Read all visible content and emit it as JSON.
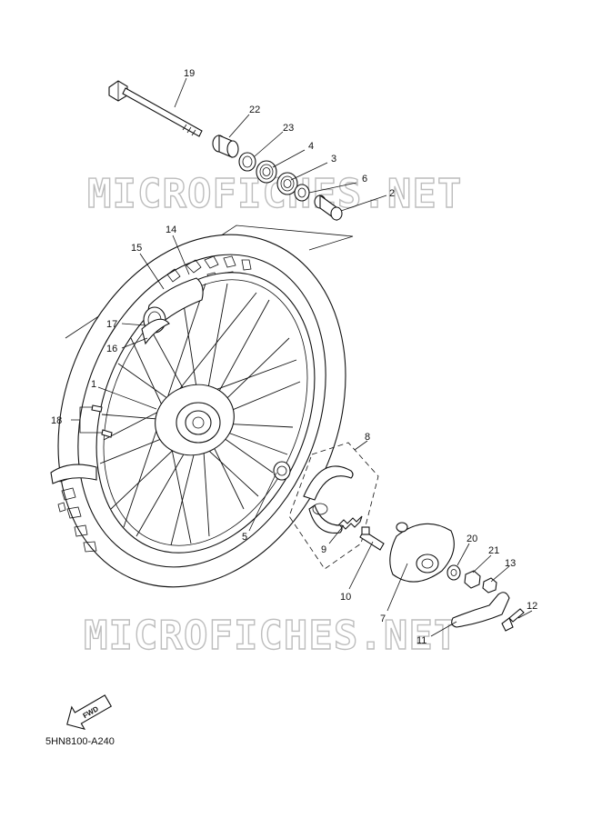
{
  "diagram": {
    "code": "5HN8100-A240",
    "fwd_label": "FWD",
    "watermark": "MICROFICHES.NET",
    "callouts": [
      {
        "id": "19",
        "label": "19"
      },
      {
        "id": "22",
        "label": "22"
      },
      {
        "id": "23",
        "label": "23"
      },
      {
        "id": "4",
        "label": "4"
      },
      {
        "id": "3",
        "label": "3"
      },
      {
        "id": "6",
        "label": "6"
      },
      {
        "id": "2",
        "label": "2"
      },
      {
        "id": "14",
        "label": "14"
      },
      {
        "id": "15",
        "label": "15"
      },
      {
        "id": "17",
        "label": "17"
      },
      {
        "id": "16",
        "label": "16"
      },
      {
        "id": "1",
        "label": "1"
      },
      {
        "id": "18",
        "label": "18"
      },
      {
        "id": "8",
        "label": "8"
      },
      {
        "id": "5",
        "label": "5"
      },
      {
        "id": "9",
        "label": "9"
      },
      {
        "id": "10",
        "label": "10"
      },
      {
        "id": "20",
        "label": "20"
      },
      {
        "id": "21",
        "label": "21"
      },
      {
        "id": "13",
        "label": "13"
      },
      {
        "id": "7",
        "label": "7"
      },
      {
        "id": "12",
        "label": "12"
      },
      {
        "id": "11",
        "label": "11"
      }
    ]
  }
}
